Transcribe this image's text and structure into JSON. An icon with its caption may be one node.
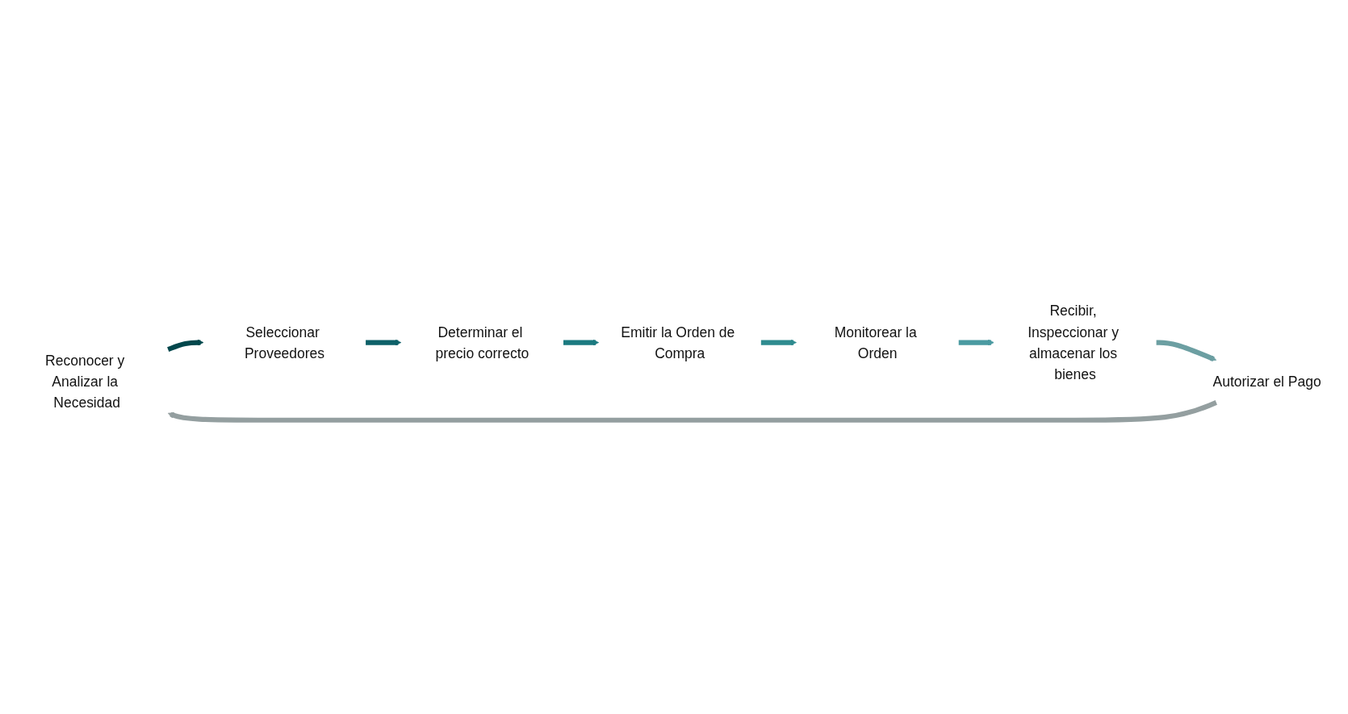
{
  "diagram": {
    "nodes": [
      {
        "text": [
          "Reconocer y Analizar la Necesidad"
        ]
      },
      {
        "text": [
          "Seleccionar Proveedores"
        ]
      },
      {
        "text": [
          "Determinar el precio correcto"
        ]
      },
      {
        "text": [
          "Emitir la Orden de Compra"
        ]
      },
      {
        "text": [
          "Monitorear la Orden"
        ]
      },
      {
        "text": [
          "Recibir, Inspeccionar y almacenar los bienes"
        ]
      },
      {
        "text": [
          "Autorizar el Pago"
        ]
      }
    ],
    "edges": [
      {
        "from": 0,
        "to": 1,
        "arrow": "to",
        "color": "#01474c"
      },
      {
        "from": 1,
        "to": 2,
        "arrow": "to",
        "color": "#0d6068"
      },
      {
        "from": 2,
        "to": 3,
        "arrow": "to",
        "color": "#1b7a80"
      },
      {
        "from": 3,
        "to": 4,
        "arrow": "to",
        "color": "#2e8b8f"
      },
      {
        "from": 4,
        "to": 5,
        "arrow": "to",
        "color": "#4a9aa1"
      },
      {
        "from": 5,
        "to": 6,
        "arrow": "to",
        "color": "#6c9fa2"
      },
      {
        "from": 6,
        "to": 0,
        "arrow": "to",
        "color": "#949fa0"
      }
    ]
  }
}
